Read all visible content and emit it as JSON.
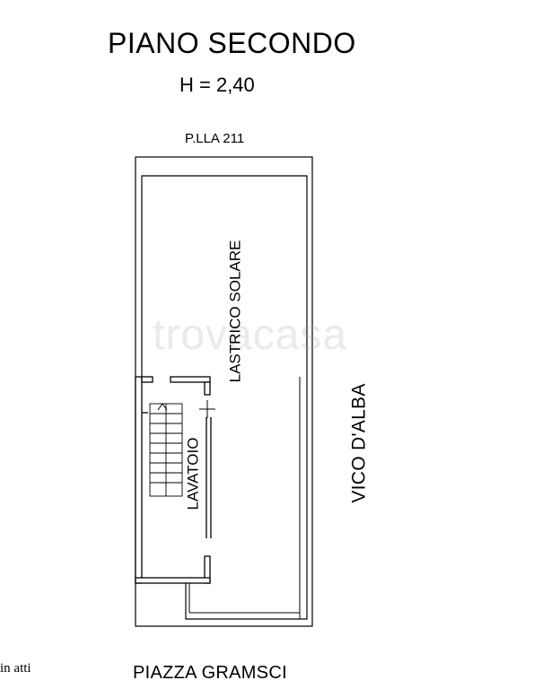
{
  "plan": {
    "title": "PIANO SECONDO",
    "height": "H = 2,40",
    "parcel": "P.LLA 211",
    "terrace_label": "LASTRICO SOLARE",
    "laundry_label": "LAVATOIO",
    "lane_label": "VICO D'ALBA",
    "square_label": "PIAZZA GRAMSCI",
    "note": "in atti"
  },
  "watermark": "trovacasa"
}
